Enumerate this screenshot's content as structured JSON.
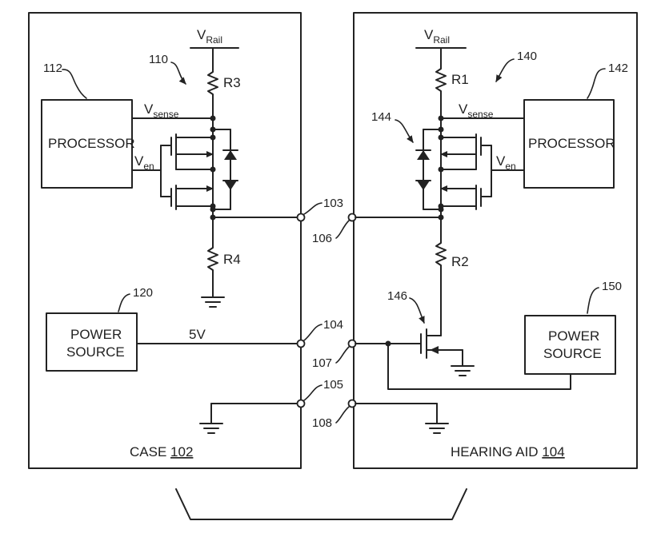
{
  "case": {
    "caption_prefix": "CASE ",
    "caption_ref": "102",
    "v_rail": "V",
    "v_rail_sub": "Rail",
    "v_sense": "V",
    "v_sense_sub": "sense",
    "v_en": "V",
    "v_en_sub": "en",
    "processor": "PROCESSOR",
    "processor_ref": "112",
    "circuit_ref": "110",
    "r3": "R3",
    "r4": "R4",
    "power_source_line1": "POWER",
    "power_source_line2": "SOURCE",
    "power_source_ref": "120",
    "supply_voltage": "5V"
  },
  "terminals": {
    "t103": "103",
    "t104": "104",
    "t105": "105",
    "t106": "106",
    "t107": "107",
    "t108": "108"
  },
  "hearing_aid": {
    "caption_prefix": "HEARING AID ",
    "caption_ref": "104",
    "v_rail": "V",
    "v_rail_sub": "Rail",
    "v_sense": "V",
    "v_sense_sub": "sense",
    "v_en": "V",
    "v_en_sub": "en",
    "processor": "PROCESSOR",
    "processor_ref": "142",
    "circuit_ref": "140",
    "switch_ref": "144",
    "transistor_ref": "146",
    "r1": "R1",
    "r2": "R2",
    "power_source_line1": "POWER",
    "power_source_line2": "SOURCE",
    "power_source_ref": "150"
  }
}
